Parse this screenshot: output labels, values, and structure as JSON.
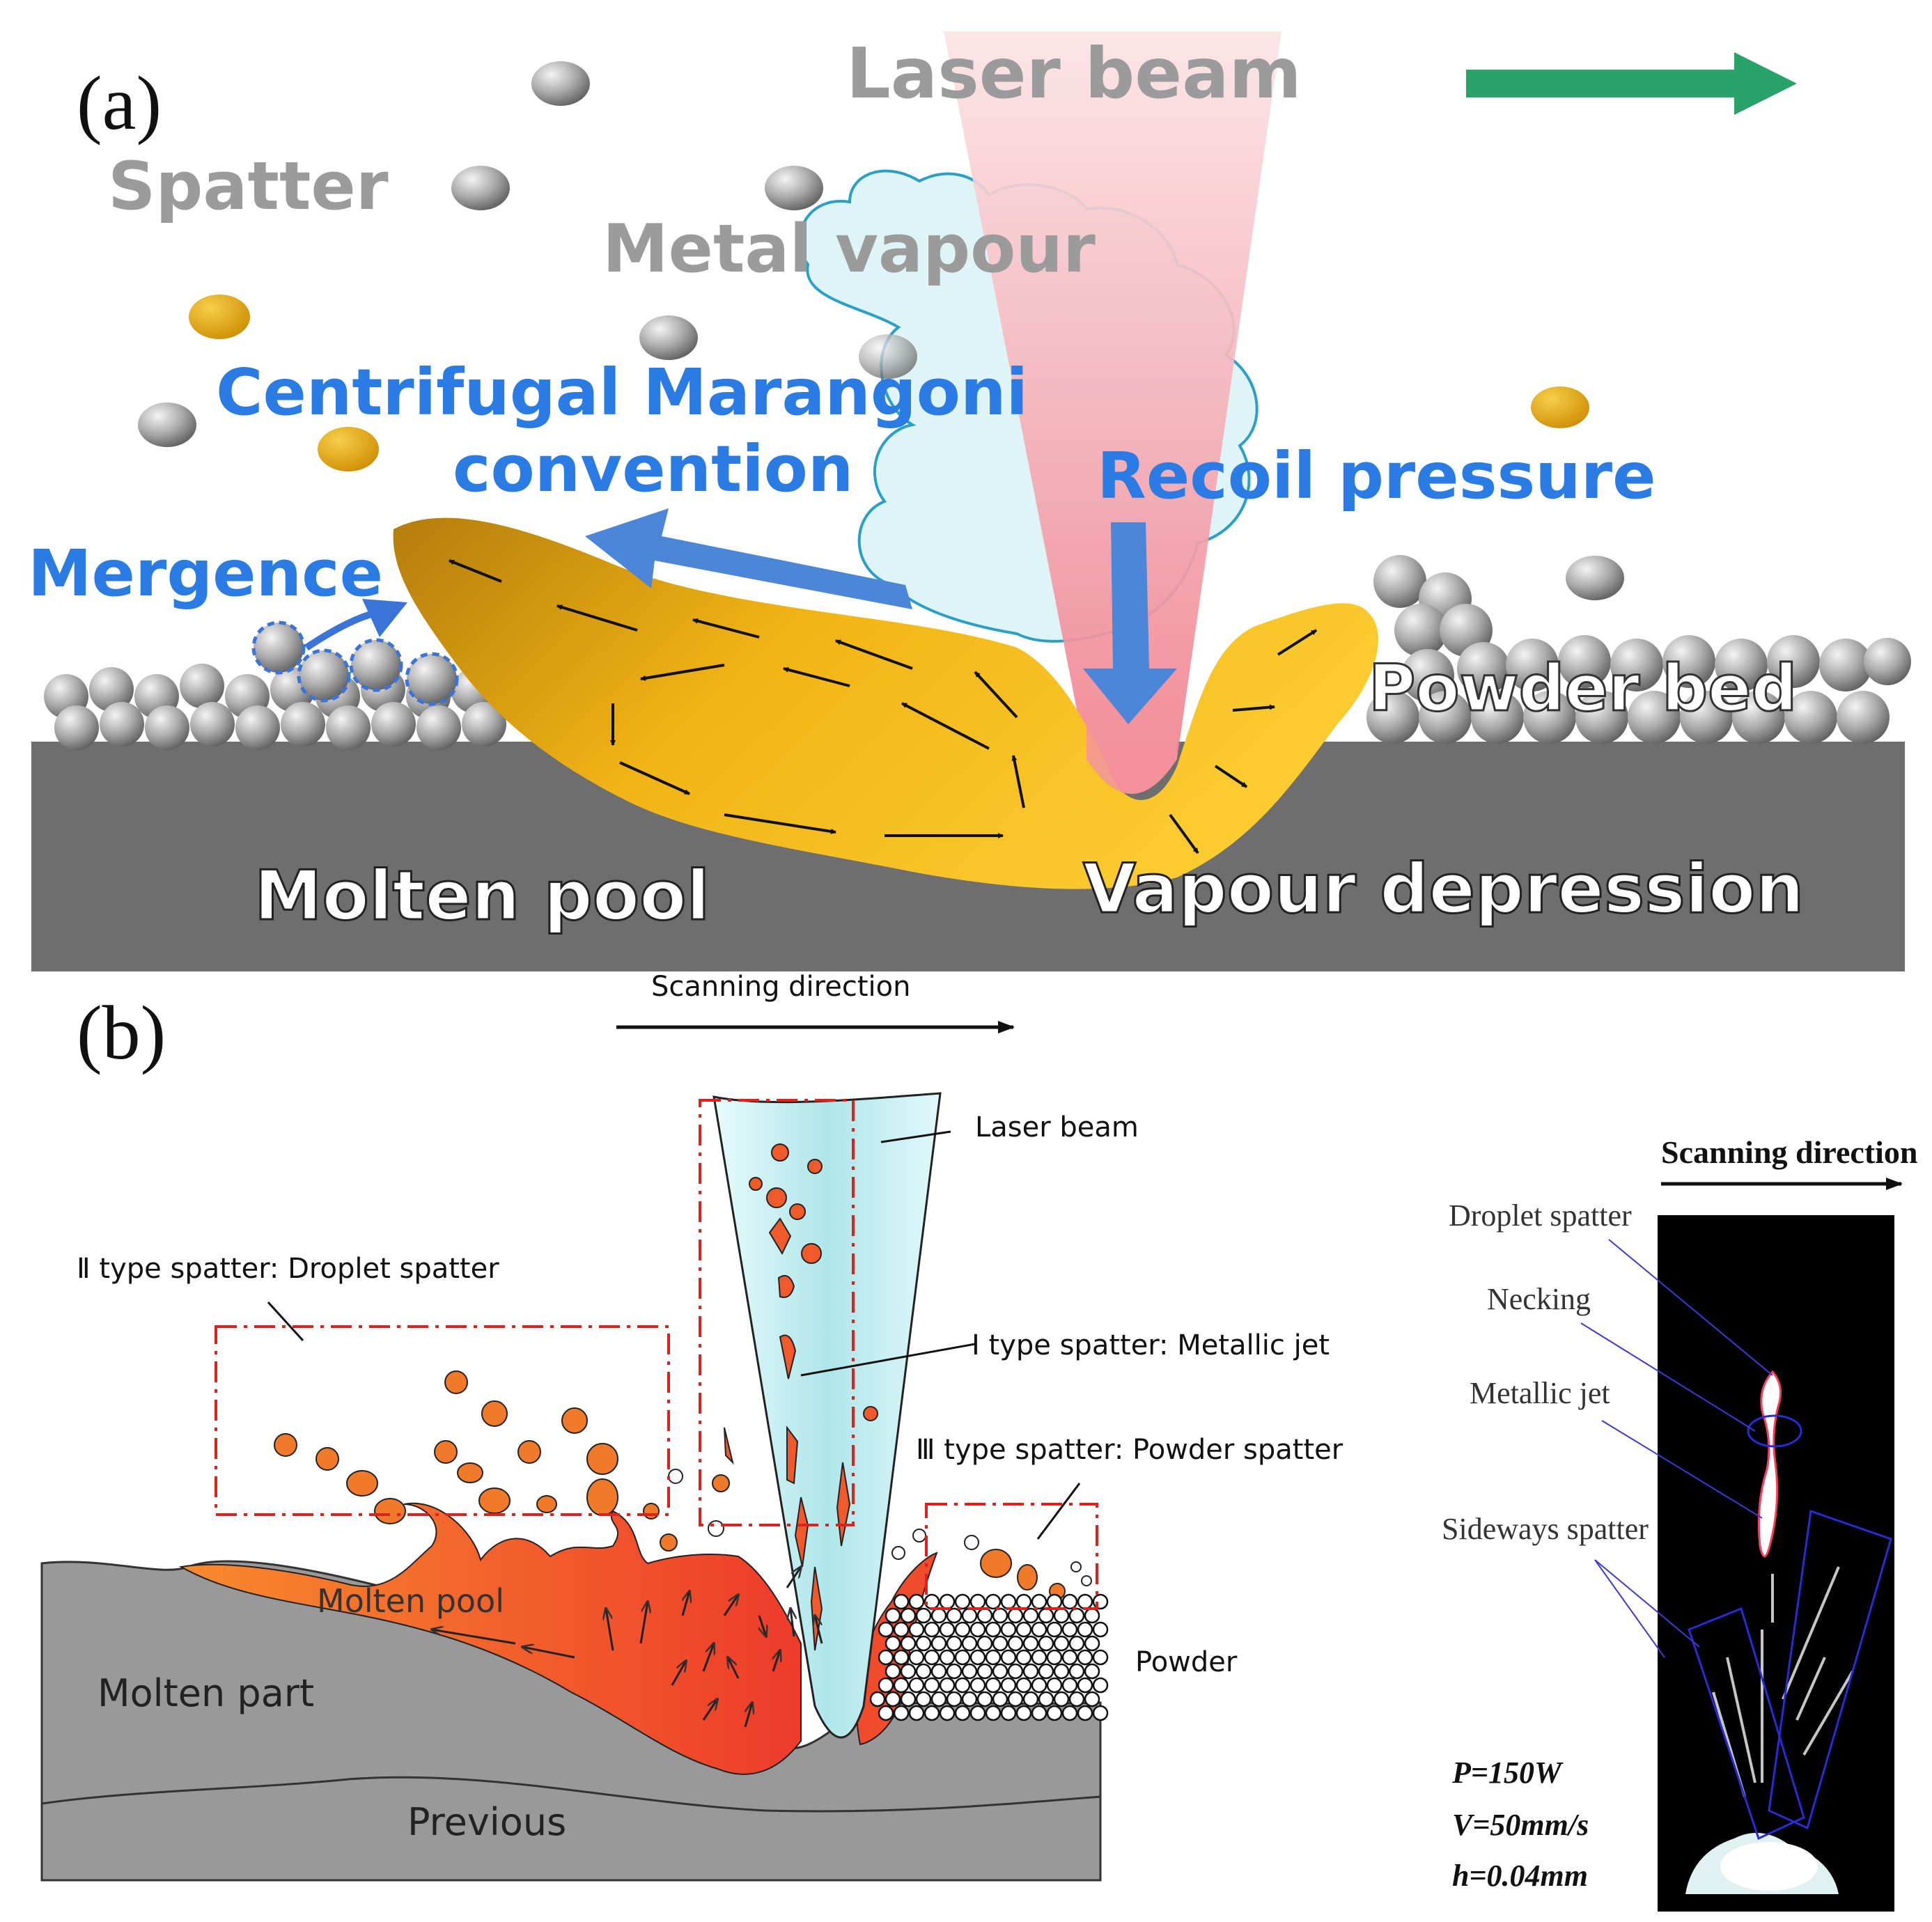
{
  "panel_a": {
    "label": "(a)",
    "texts": {
      "laser_beam": "Laser beam",
      "spatter": "Spatter",
      "metal_vapour": "Metal vapour",
      "marangoni_line1": "Centrifugal Marangoni",
      "marangoni_line2": "convention",
      "recoil": "Recoil pressure",
      "mergence": "Mergence",
      "powder_bed": "Powder bed",
      "molten_pool": "Molten pool",
      "vapour_depression": "Vapour depression"
    },
    "colors": {
      "substrate": "#6e6e6e",
      "pool_light": "#f7c21a",
      "pool_dark": "#c98f10",
      "beam": "#f4a8ae",
      "vapour": "#dff4f7",
      "blue_text": "#2a7be4",
      "gray_text": "#9b9b9b",
      "green_arrow": "#2aa36a",
      "spatter_gold": "#e0a611"
    }
  },
  "panel_b": {
    "label": "(b)",
    "texts": {
      "scanning_direction": "Scanning direction",
      "laser_beam": "Laser beam",
      "type2": "Ⅱ type spatter: Droplet spatter",
      "type1": "Ⅰ type spatter: Metallic jet",
      "type3": "Ⅲ type spatter: Powder spatter",
      "molten_pool": "Molten pool",
      "molten_part": "Molten part",
      "powder": "Powder",
      "previous": "Previous"
    },
    "photo": {
      "scanning_direction": "Scanning direction",
      "droplet_spatter": "Droplet spatter",
      "necking": "Necking",
      "metallic_jet": "Metallic jet",
      "sideways_spatter": "Sideways spatter",
      "p": "P=150W",
      "v": "V=50mm/s",
      "h": "h=0.04mm"
    },
    "colors": {
      "part": "#999999",
      "pool": "#f05a2a",
      "pool_light": "#f7892c",
      "beam": "#c6eff2",
      "dash_red": "#e0201b",
      "photo_bg": "#000000",
      "photo_outline": "#2a2ad6"
    }
  }
}
